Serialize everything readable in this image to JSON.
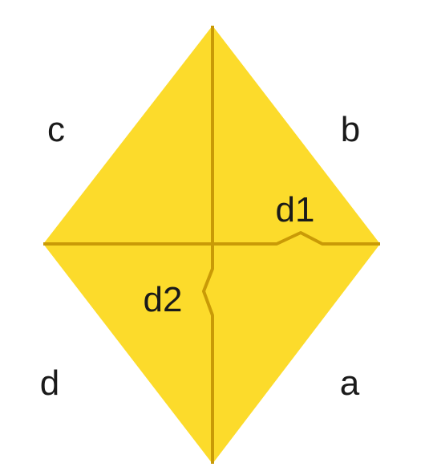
{
  "diagram": {
    "shape": "rhombus",
    "side_labels": {
      "top_left": "c",
      "top_right": "b",
      "bottom_left": "d",
      "bottom_right": "a"
    },
    "diagonal_labels": {
      "horizontal": "d1",
      "vertical": "d2"
    }
  },
  "colors": {
    "fill": "#FCDB2B",
    "lines": "#C99A07",
    "text": "#1A1A1A",
    "background": "#FFFFFF"
  }
}
